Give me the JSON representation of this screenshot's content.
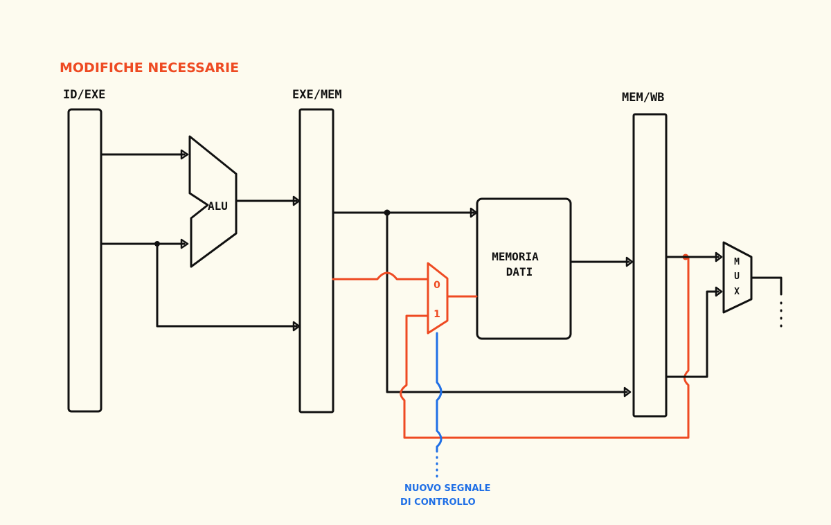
{
  "title": "MODIFICHE NECESSARIE",
  "registers": {
    "id_exe": "ID/EXE",
    "exe_mem": "EXE/MEM",
    "mem_wb": "MEM/WB"
  },
  "alu": {
    "label": "ALU"
  },
  "memory": {
    "line1": "MEMORIA",
    "line2": "DATI"
  },
  "red_mux": {
    "input0": "0",
    "input1": "1"
  },
  "wb_mux": {
    "letters": [
      "M",
      "U",
      "X"
    ]
  },
  "control_signal": {
    "line1": "NUOVO SEGNALE",
    "line2": "DI CONTROLLO"
  },
  "colors": {
    "background": "#fdfbef",
    "ink": "#111111",
    "modification": "#ee4a22",
    "control": "#1f6fe6"
  }
}
